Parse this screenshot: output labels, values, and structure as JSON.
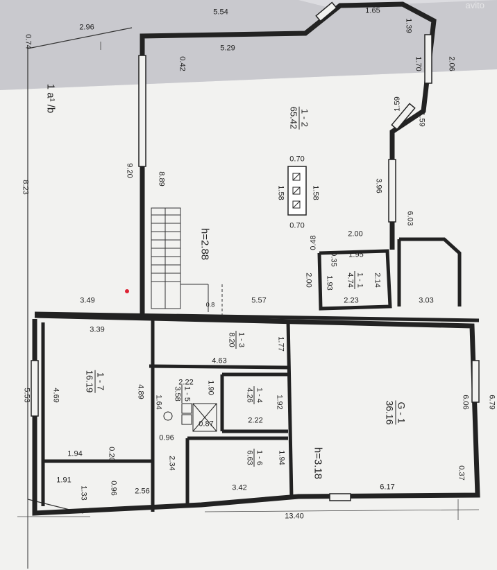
{
  "plan": {
    "block_label": "1 a¹ /b",
    "watermark": "avito",
    "ceiling_main": "h=2.88",
    "ceiling_garage": "h=3.18"
  },
  "rooms": [
    {
      "id": "1-2",
      "name": "1 - 2",
      "area": "65.42"
    },
    {
      "id": "1-1",
      "name": "1 - 1",
      "area": "4.74"
    },
    {
      "id": "1-3",
      "name": "1 - 3",
      "area": "8.20"
    },
    {
      "id": "1-7",
      "name": "1 - 7",
      "area": "16.19"
    },
    {
      "id": "1-5",
      "name": "1 - 5",
      "area": "3.58"
    },
    {
      "id": "1-4",
      "name": "1 - 4",
      "area": "4.26"
    },
    {
      "id": "1-6",
      "name": "1 - 6",
      "area": "6.63"
    },
    {
      "id": "G-1",
      "name": "G - 1",
      "area": "36.16"
    }
  ],
  "dims": [
    "5.54",
    "1.65",
    "1.39",
    "2.06",
    "1.70",
    "1.59",
    "1.59",
    "2.96",
    "0.74",
    "5.29",
    "0.42",
    "8.23",
    "9.20",
    "8.89",
    "0.70",
    "1.58",
    "1.58",
    "0.70",
    "3.96",
    "6.03",
    "2.00",
    "0.48",
    "1.95",
    "0.35",
    "2.14",
    "2.00",
    "1.93",
    "2.23",
    "3.03",
    "3.49",
    "5.57",
    "3.39",
    "1.77",
    "4.63",
    "5.53",
    "4.69",
    "4.89",
    "2.22",
    "1.90",
    "1.64",
    "1.92",
    "2.22",
    "0.87",
    "0.96",
    "2.34",
    "0.20",
    "1.94",
    "1.91",
    "1.33",
    "0.96",
    "2.56",
    "1.94",
    "3.42",
    "6.06",
    "0.37",
    "6.17",
    "13.40",
    "6.79",
    "0.8"
  ]
}
